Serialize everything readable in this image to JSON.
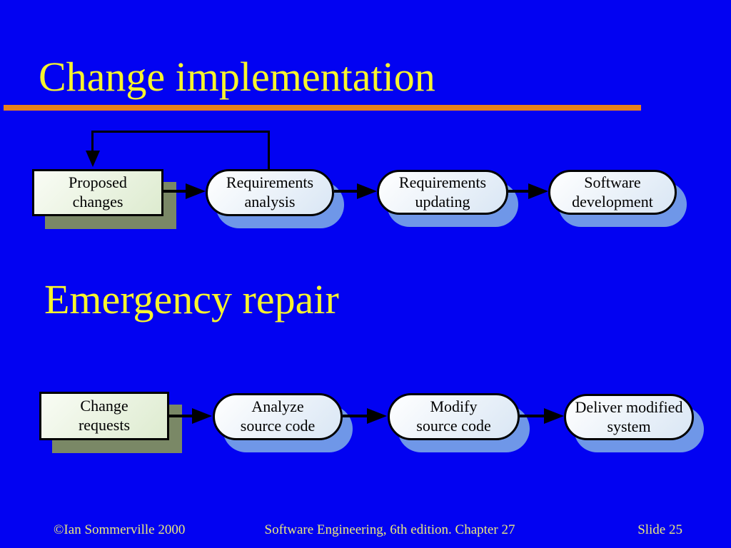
{
  "slide": {
    "title": "Change implementation",
    "section_heading": "Emergency repair"
  },
  "change_implementation_flow": {
    "nodes": [
      {
        "label": "Proposed\nchanges",
        "shape": "rectangle"
      },
      {
        "label": "Requirements\nanalysis",
        "shape": "stadium"
      },
      {
        "label": "Requirements\nupdating",
        "shape": "stadium"
      },
      {
        "label": "Software\ndevelopment",
        "shape": "stadium"
      }
    ],
    "feedback_loop": {
      "from": "Requirements analysis",
      "to": "Proposed changes"
    }
  },
  "emergency_repair_flow": {
    "nodes": [
      {
        "label": "Change\nrequests",
        "shape": "rectangle"
      },
      {
        "label": "Analyze\nsource code",
        "shape": "stadium"
      },
      {
        "label": "Modify\nsource code",
        "shape": "stadium"
      },
      {
        "label": "Deliver modified\nsystem",
        "shape": "stadium"
      }
    ]
  },
  "footer": {
    "copyright": "©Ian Sommerville 2000",
    "center": "Software Engineering, 6th edition. Chapter 27",
    "slide_number": "Slide 25"
  },
  "colors": {
    "background": "#0202f2",
    "title_text": "#f7f42d",
    "title_underline": "#e8811d",
    "footer_text": "#e9e87d",
    "rect_fill": "#e9f4e0",
    "rect_shadow": "#7a8866",
    "stadium_fill": "#ecf2fa",
    "stadium_shadow": "#6f97e8",
    "line": "#000000"
  }
}
